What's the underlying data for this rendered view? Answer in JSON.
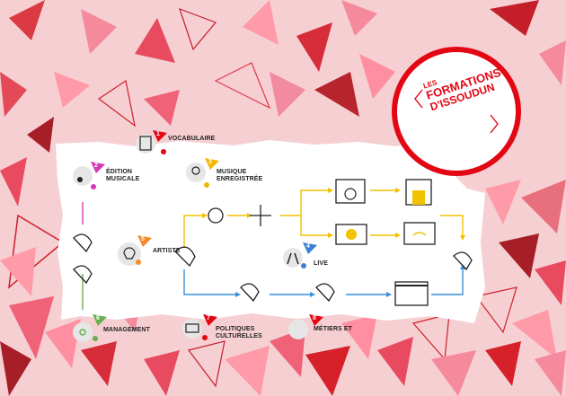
{
  "logo": {
    "line1": "LES",
    "line2": "FORMATIONS",
    "line3": "D'ISSOUDUN",
    "color": "#e30613"
  },
  "diagram": {
    "nodes": [
      {
        "num": "1",
        "label": "VOCABULAIRE",
        "color": "#e30613"
      },
      {
        "num": "2",
        "label1": "ÉDITION",
        "label2": "MUSICALE",
        "color": "#d43ab4"
      },
      {
        "num": "3",
        "label1": "MUSIQUE",
        "label2": "ENREGISTRÉE",
        "color": "#f2b705"
      },
      {
        "num": "4",
        "label": "LIVE",
        "color": "#3a7fd5"
      },
      {
        "num": "5",
        "label": "ARTISTE",
        "color": "#f28c28"
      },
      {
        "num": "6",
        "label": "MANAGEMENT",
        "color": "#6ab04c"
      },
      {
        "num": "7",
        "label1": "POLITIQUES",
        "label2": "CULTURELLES",
        "color": "#e30613"
      },
      {
        "num": "8",
        "label1": "MÉTIERS ET",
        "color": "#e30613"
      }
    ],
    "flow_colors": {
      "recorded": "#f2c200",
      "live": "#3a8fd9"
    },
    "icons": [
      "disc-store-icon",
      "store-icon",
      "vinyl-record-icon",
      "tv-wifi-icon",
      "concert-stage-icon",
      "listener-head-icon"
    ]
  }
}
